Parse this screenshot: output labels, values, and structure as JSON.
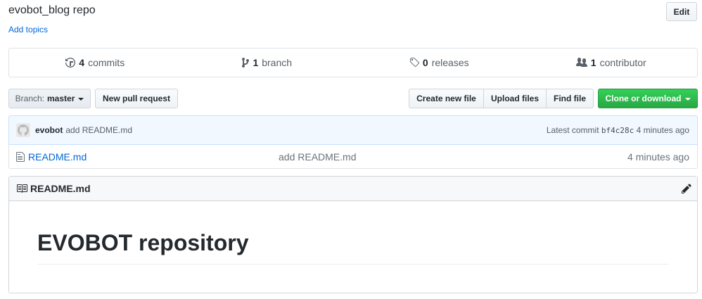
{
  "header": {
    "description": "evobot_blog repo",
    "add_topics": "Add topics",
    "edit_label": "Edit"
  },
  "summary": {
    "commits": {
      "count": "4",
      "label": "commits",
      "icon": "history-icon"
    },
    "branches": {
      "count": "1",
      "label": "branch",
      "icon": "git-branch-icon"
    },
    "releases": {
      "count": "0",
      "label": "releases",
      "icon": "tag-icon"
    },
    "contributors": {
      "count": "1",
      "label": "contributor",
      "icon": "people-icon"
    }
  },
  "toolbar": {
    "branch_prefix": "Branch:",
    "branch_name": "master",
    "new_pull_request": "New pull request",
    "create_new_file": "Create new file",
    "upload_files": "Upload files",
    "find_file": "Find file",
    "clone_or_download": "Clone or download"
  },
  "latest_commit": {
    "author": "evobot",
    "message": "add README.md",
    "prefix": "Latest commit",
    "sha": "bf4c28c",
    "age": "4 minutes ago"
  },
  "files": [
    {
      "name": "README.md",
      "commit_message": "add README.md",
      "age": "4 minutes ago",
      "icon": "file-icon"
    }
  ],
  "readme": {
    "title": "README.md",
    "heading": "EVOBOT repository"
  },
  "colors": {
    "link": "#0366d6",
    "clone_button": "#28a745",
    "commit_bar_bg": "#f1f8ff"
  }
}
